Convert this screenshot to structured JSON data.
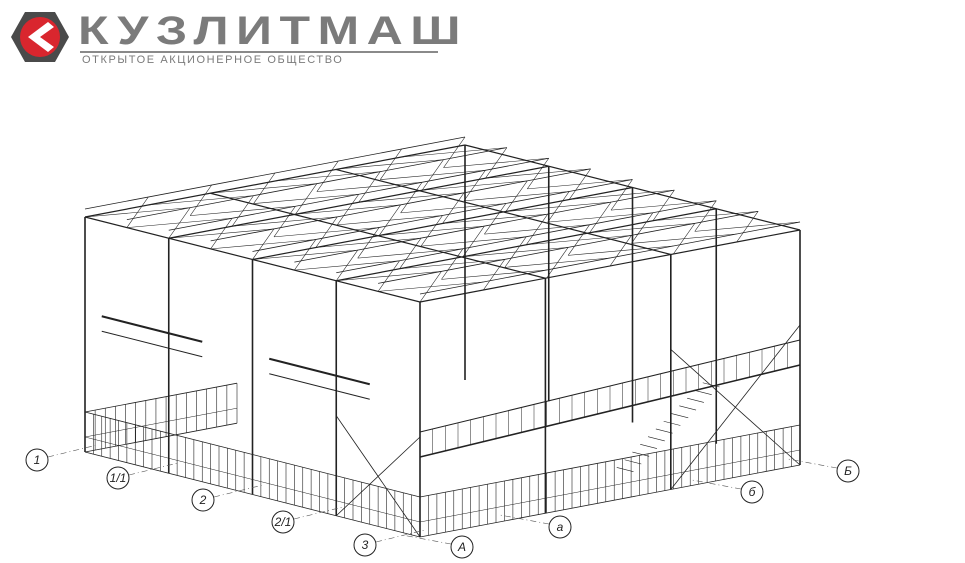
{
  "logo": {
    "name": "КУЗЛИТМАШ",
    "subtitle": "ОТКРЫТОЕ АКЦИОНЕРНОЕ ОБЩЕСТВО",
    "colors": {
      "red": "#d9262e",
      "gray": "#7b7b7b",
      "dark": "#4a4a4a"
    }
  },
  "axes": {
    "left_side": [
      "1",
      "1/1",
      "2",
      "2/1",
      "3"
    ],
    "right_side": [
      "А",
      "а",
      "б",
      "Б"
    ]
  }
}
